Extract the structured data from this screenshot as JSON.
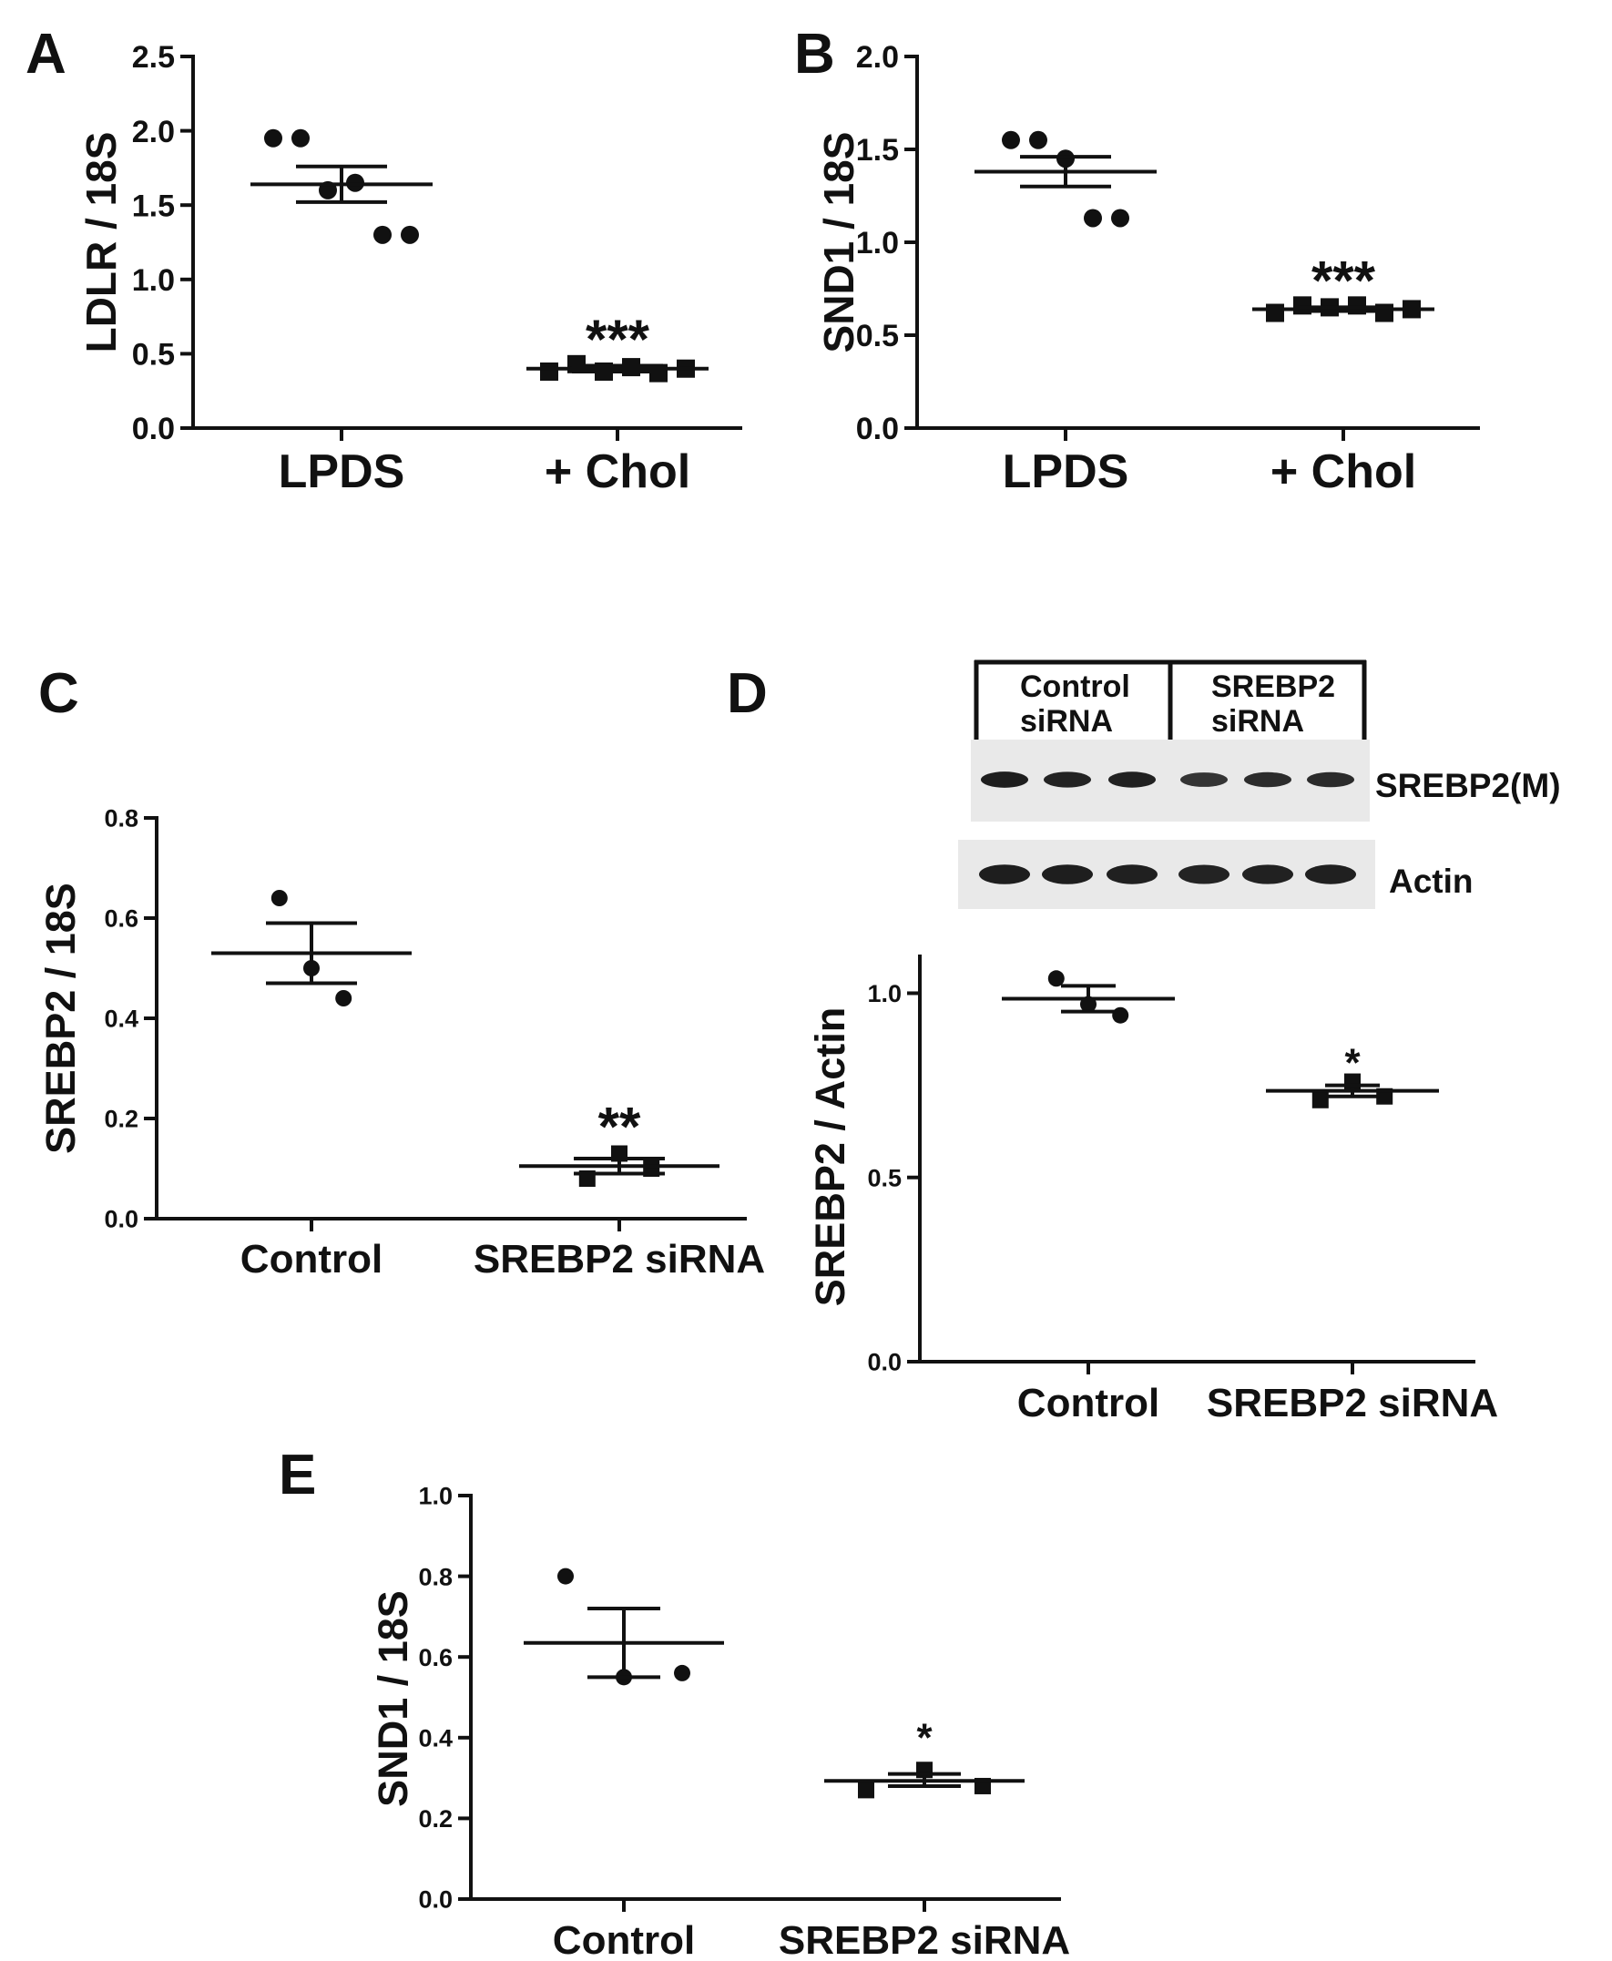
{
  "panels": [
    {
      "letter": "A"
    },
    {
      "letter": "B"
    },
    {
      "letter": "C"
    },
    {
      "letter": "D"
    },
    {
      "letter": "E"
    }
  ],
  "blot": {
    "header_groups": [
      "Control\nsiRNA",
      "SREBP2\nsiRNA"
    ],
    "rows": [
      {
        "label": "SREBP2(M)",
        "band_intensity": [
          0.95,
          0.9,
          0.92,
          0.7,
          0.78,
          0.8
        ]
      },
      {
        "label": "Actin",
        "band_intensity": [
          0.95,
          0.95,
          0.93,
          0.9,
          0.92,
          0.93
        ]
      }
    ]
  },
  "colors": {
    "ink": "#111111",
    "blot_bg": "#e9e9e9",
    "band": "#1a1a1a"
  },
  "chart_data": [
    {
      "panel": "A",
      "type": "scatter",
      "ylabel": "LDLR / 18S",
      "ylim": [
        0,
        2.5
      ],
      "yticks": [
        "0.0",
        "0.5",
        "1.0",
        "1.5",
        "2.0",
        "2.5"
      ],
      "categories": [
        "LPDS",
        "+ Chol"
      ],
      "series": [
        {
          "marker": "circle",
          "points": [
            1.95,
            1.95,
            1.6,
            1.65,
            1.3,
            1.3
          ],
          "mean": 1.64,
          "sem": [
            1.52,
            1.76
          ]
        },
        {
          "marker": "square",
          "points": [
            0.38,
            0.43,
            0.38,
            0.41,
            0.37,
            0.4
          ],
          "mean": 0.4,
          "sem": [
            0.38,
            0.42
          ]
        }
      ],
      "significance": "***"
    },
    {
      "panel": "B",
      "type": "scatter",
      "ylabel": "SND1 / 18S",
      "ylim": [
        0,
        2.0
      ],
      "yticks": [
        "0.0",
        "0.5",
        "1.0",
        "1.5",
        "2.0"
      ],
      "categories": [
        "LPDS",
        "+ Chol"
      ],
      "series": [
        {
          "marker": "circle",
          "points": [
            1.55,
            1.55,
            1.45,
            1.13,
            1.13
          ],
          "mean": 1.38,
          "sem": [
            1.3,
            1.46
          ]
        },
        {
          "marker": "square",
          "points": [
            0.62,
            0.66,
            0.65,
            0.66,
            0.62,
            0.64
          ],
          "mean": 0.64,
          "sem": [
            0.63,
            0.65
          ]
        }
      ],
      "significance": "***"
    },
    {
      "panel": "C",
      "type": "scatter",
      "ylabel": "SREBP2 / 18S",
      "ylim": [
        0,
        0.8
      ],
      "yticks": [
        "0.0",
        "0.2",
        "0.4",
        "0.6",
        "0.8"
      ],
      "categories": [
        "Control",
        "SREBP2 siRNA"
      ],
      "series": [
        {
          "marker": "circle",
          "points": [
            0.64,
            0.5,
            0.44
          ],
          "mean": 0.53,
          "sem": [
            0.47,
            0.59
          ]
        },
        {
          "marker": "square",
          "points": [
            0.08,
            0.13,
            0.1
          ],
          "mean": 0.105,
          "sem": [
            0.09,
            0.12
          ]
        }
      ],
      "significance": "**"
    },
    {
      "panel": "D",
      "type": "scatter",
      "ylabel": "SREBP2 / Actin",
      "ylim": [
        0,
        1.1
      ],
      "yticks": [
        "0.0",
        "0.5",
        "1.0"
      ],
      "categories": [
        "Control",
        "SREBP2 siRNA"
      ],
      "series": [
        {
          "marker": "circle",
          "points": [
            1.04,
            0.97,
            0.94
          ],
          "mean": 0.985,
          "sem": [
            0.95,
            1.02
          ]
        },
        {
          "marker": "square",
          "points": [
            0.71,
            0.76,
            0.72
          ],
          "mean": 0.735,
          "sem": [
            0.72,
            0.75
          ]
        }
      ],
      "significance": "*"
    },
    {
      "panel": "E",
      "type": "scatter",
      "ylabel": "SND1 / 18S",
      "ylim": [
        0,
        1.0
      ],
      "yticks": [
        "0.0",
        "0.2",
        "0.4",
        "0.6",
        "0.8",
        "1.0"
      ],
      "categories": [
        "Control",
        "SREBP2 siRNA"
      ],
      "series": [
        {
          "marker": "circle",
          "points": [
            0.8,
            0.55,
            0.56
          ],
          "mean": 0.635,
          "sem": [
            0.55,
            0.72
          ]
        },
        {
          "marker": "square",
          "points": [
            0.27,
            0.32,
            0.28
          ],
          "mean": 0.293,
          "sem": [
            0.28,
            0.31
          ]
        }
      ],
      "significance": "*"
    }
  ]
}
